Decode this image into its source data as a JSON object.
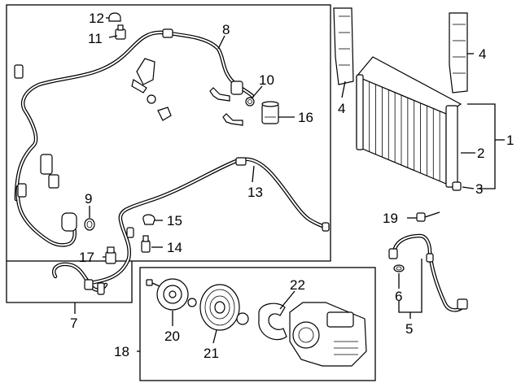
{
  "callouts": {
    "c1": "1",
    "c2": "2",
    "c3": "3",
    "c4a": "4",
    "c4b": "4",
    "c5": "5",
    "c6": "6",
    "c7": "7",
    "c8": "8",
    "c9": "9",
    "c10": "10",
    "c11": "11",
    "c12": "12",
    "c13": "13",
    "c14": "14",
    "c15": "15",
    "c16": "16",
    "c17": "17",
    "c18": "18",
    "c19": "19",
    "c20": "20",
    "c21": "21",
    "c22": "22"
  }
}
